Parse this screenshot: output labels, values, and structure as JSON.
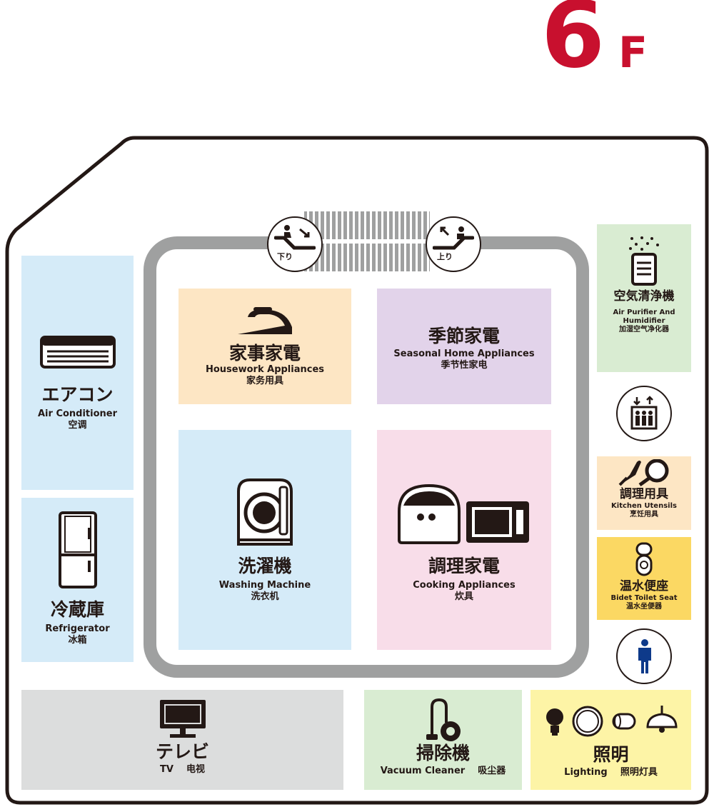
{
  "floor": {
    "number": "6",
    "letter": "F"
  },
  "colors": {
    "blue": "#d5ebf8",
    "orange": "#fde6c4",
    "purple": "#e2d3ea",
    "pink": "#f8dde9",
    "green": "#d9ecd2",
    "yellow_dark": "#fbd863",
    "yellow_light": "#fdf4a6",
    "gray": "#dcdddd",
    "floor_red": "#c8102e"
  },
  "escalators": {
    "down": "下り",
    "up": "上り"
  },
  "zones": {
    "air_conditioner": {
      "jp": "エアコン",
      "en": "Air Conditioner",
      "cn": "空调",
      "icon": "air-conditioner-icon"
    },
    "refrigerator": {
      "jp": "冷蔵庫",
      "en": "Refrigerator",
      "cn": "冰箱",
      "icon": "refrigerator-icon"
    },
    "housework": {
      "jp": "家事家電",
      "en": "Housework  Appliances",
      "cn": "家务用具",
      "icon": "iron-icon"
    },
    "seasonal": {
      "jp": "季節家電",
      "en": "Seasonal Home Appliances",
      "cn": "季节性家电"
    },
    "washing": {
      "jp": "洗濯機",
      "en": "Washing Machine",
      "cn": "洗衣机",
      "icon": "washing-machine-icon"
    },
    "cooking": {
      "jp": "調理家電",
      "en": "Cooking Appliances",
      "cn": "炊具",
      "icon": "rice-cooker-microwave-icon"
    },
    "air_purifier": {
      "jp": "空気清浄機",
      "en": "Air Purifier And Humidifier",
      "cn": "加湿空气净化器",
      "icon": "air-purifier-icon"
    },
    "kitchen_utensils": {
      "jp": "調理用具",
      "en": "Kitchen Utensils",
      "cn": "烹饪用具",
      "icon": "knife-pan-icon"
    },
    "bidet": {
      "jp": "温水便座",
      "en": "Bidet Toilet Seat",
      "cn": "温水坐便器",
      "icon": "toilet-icon"
    },
    "tv": {
      "jp": "テレビ",
      "en": "TV",
      "cn": "电视",
      "icon": "tv-icon"
    },
    "vacuum": {
      "jp": "掃除機",
      "en": "Vacuum Cleaner",
      "cn": "吸尘器",
      "icon": "vacuum-icon"
    },
    "lighting": {
      "jp": "照明",
      "en": "Lighting",
      "cn": "照明灯具",
      "icon": "lighting-icon"
    }
  },
  "facilities": {
    "elevator": "elevator-icon",
    "restroom": "mens-restroom-icon"
  }
}
